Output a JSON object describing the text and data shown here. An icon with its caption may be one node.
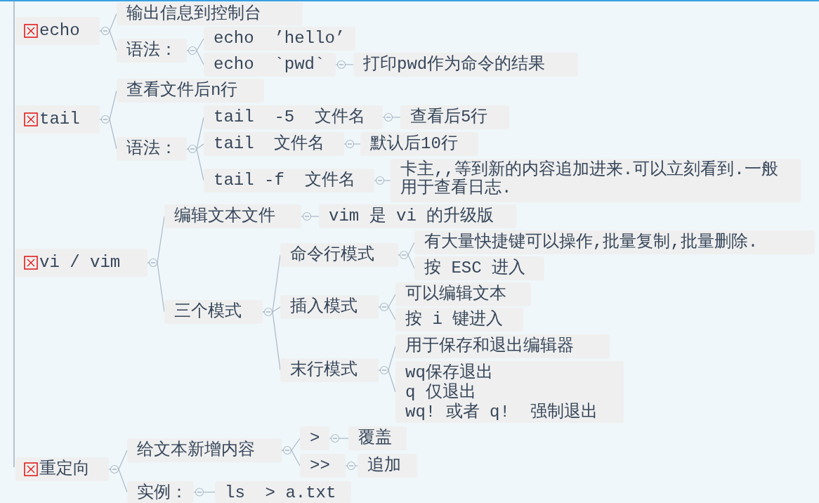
{
  "diagram": {
    "nodes": [
      {
        "text": [
          "echo"
        ]
      },
      {
        "text": [
          "输出信息到控制台"
        ]
      },
      {
        "text": [
          "语法："
        ]
      },
      {
        "text": [
          "echo  ’hello’"
        ]
      },
      {
        "text": [
          "echo  `pwd`"
        ]
      },
      {
        "text": [
          "打印pwd作为命令的结果"
        ]
      },
      {
        "text": [
          "tail"
        ]
      },
      {
        "text": [
          "查看文件后n行"
        ]
      },
      {
        "text": [
          "语法："
        ]
      },
      {
        "text": [
          "tail  -5  文件名"
        ]
      },
      {
        "text": [
          "查看后5行"
        ]
      },
      {
        "text": [
          "tail  文件名"
        ]
      },
      {
        "text": [
          "默认后10行"
        ]
      },
      {
        "text": [
          "tail -f  文件名"
        ]
      },
      {
        "text": [
          "卡主,,等到新的内容追加进来.可以立刻看到.一般用于查看日志."
        ]
      },
      {
        "text": [
          "vi / vim"
        ]
      },
      {
        "text": [
          "编辑文本文件"
        ]
      },
      {
        "text": [
          "vim 是 vi 的升级版"
        ]
      },
      {
        "text": [
          "三个模式"
        ]
      },
      {
        "text": [
          "命令行模式"
        ]
      },
      {
        "text": [
          "有大量快捷键可以操作,批量复制,批量删除."
        ]
      },
      {
        "text": [
          "按 ESC 进入"
        ]
      },
      {
        "text": [
          "插入模式"
        ]
      },
      {
        "text": [
          "可以编辑文本"
        ]
      },
      {
        "text": [
          "按 i 键进入"
        ]
      },
      {
        "text": [
          "末行模式"
        ]
      },
      {
        "text": [
          "用于保存和退出编辑器"
        ]
      },
      {
        "text": [
          "wq保存退出",
          "q 仅退出",
          "wq! 或者 q!  强制退出"
        ]
      },
      {
        "text": [
          "重定向"
        ]
      },
      {
        "text": [
          "给文本新增内容"
        ]
      },
      {
        "text": [
          "实例："
        ]
      },
      {
        "text": [
          ">"
        ]
      },
      {
        "text": [
          "覆盖"
        ]
      },
      {
        "text": [
          ">>"
        ]
      },
      {
        "text": [
          "追加"
        ]
      },
      {
        "text": [
          "ls  > a.txt"
        ]
      }
    ],
    "edges": [
      {
        "from": 0,
        "to": 1,
        "arrow": "none"
      },
      {
        "from": 0,
        "to": 2,
        "arrow": "none"
      },
      {
        "from": 2,
        "to": 3,
        "arrow": "none"
      },
      {
        "from": 2,
        "to": 4,
        "arrow": "none"
      },
      {
        "from": 4,
        "to": 5,
        "arrow": "none"
      },
      {
        "from": 6,
        "to": 7,
        "arrow": "none"
      },
      {
        "from": 6,
        "to": 8,
        "arrow": "none"
      },
      {
        "from": 8,
        "to": 9,
        "arrow": "none"
      },
      {
        "from": 8,
        "to": 11,
        "arrow": "none"
      },
      {
        "from": 8,
        "to": 13,
        "arrow": "none"
      },
      {
        "from": 9,
        "to": 10,
        "arrow": "none"
      },
      {
        "from": 11,
        "to": 12,
        "arrow": "none"
      },
      {
        "from": 13,
        "to": 14,
        "arrow": "none"
      },
      {
        "from": 15,
        "to": 16,
        "arrow": "none"
      },
      {
        "from": 15,
        "to": 18,
        "arrow": "none"
      },
      {
        "from": 16,
        "to": 17,
        "arrow": "none"
      },
      {
        "from": 18,
        "to": 19,
        "arrow": "none"
      },
      {
        "from": 18,
        "to": 22,
        "arrow": "none"
      },
      {
        "from": 18,
        "to": 25,
        "arrow": "none"
      },
      {
        "from": 19,
        "to": 20,
        "arrow": "none"
      },
      {
        "from": 19,
        "to": 21,
        "arrow": "none"
      },
      {
        "from": 22,
        "to": 23,
        "arrow": "none"
      },
      {
        "from": 22,
        "to": 24,
        "arrow": "none"
      },
      {
        "from": 25,
        "to": 26,
        "arrow": "none"
      },
      {
        "from": 25,
        "to": 27,
        "arrow": "none"
      },
      {
        "from": 28,
        "to": 29,
        "arrow": "none"
      },
      {
        "from": 28,
        "to": 30,
        "arrow": "none"
      },
      {
        "from": 29,
        "to": 31,
        "arrow": "none"
      },
      {
        "from": 29,
        "to": 33,
        "arrow": "none"
      },
      {
        "from": 31,
        "to": 32,
        "arrow": "none"
      },
      {
        "from": 33,
        "to": 34,
        "arrow": "none"
      },
      {
        "from": 30,
        "to": 35,
        "arrow": "none"
      }
    ]
  }
}
